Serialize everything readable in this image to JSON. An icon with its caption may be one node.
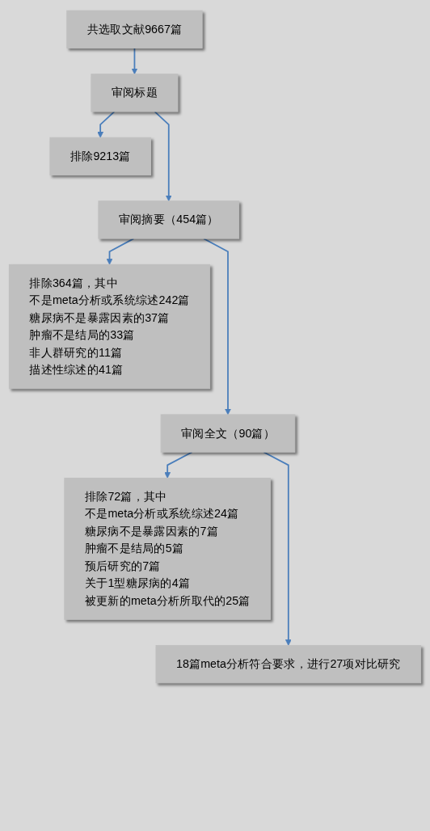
{
  "diagram": {
    "nodes": [
      {
        "text": [
          "共选取文献9667篇"
        ]
      },
      {
        "text": [
          "审阅标题"
        ]
      },
      {
        "text": [
          "排除9213篇"
        ]
      },
      {
        "text": [
          "审阅摘要（454篇）"
        ]
      },
      {
        "text": [
          "排除364篇，其中",
          "不是meta分析或系统综述242篇",
          "糖尿病不是暴露因素的37篇",
          "肿瘤不是结局的33篇",
          "非人群研究的11篇",
          "描述性综述的41篇"
        ]
      },
      {
        "text": [
          "审阅全文（90篇）"
        ]
      },
      {
        "text": [
          "排除72篇，其中",
          "不是meta分析或系统综述24篇",
          "糖尿病不是暴露因素的7篇",
          "肿瘤不是结局的5篇",
          "预后研究的7篇",
          "关于1型糖尿病的4篇",
          "被更新的meta分析所取代的25篇"
        ]
      },
      {
        "text": [
          "18篇meta分析符合要求，进行27项对比研究"
        ]
      }
    ],
    "edges": [
      {
        "from": 0,
        "to": 1,
        "arrow": "to"
      },
      {
        "from": 1,
        "to": 2,
        "arrow": "to"
      },
      {
        "from": 1,
        "to": 3,
        "arrow": "to"
      },
      {
        "from": 3,
        "to": 4,
        "arrow": "to"
      },
      {
        "from": 3,
        "to": 5,
        "arrow": "to"
      },
      {
        "from": 5,
        "to": 6,
        "arrow": "to"
      },
      {
        "from": 5,
        "to": 7,
        "arrow": "to"
      }
    ]
  }
}
